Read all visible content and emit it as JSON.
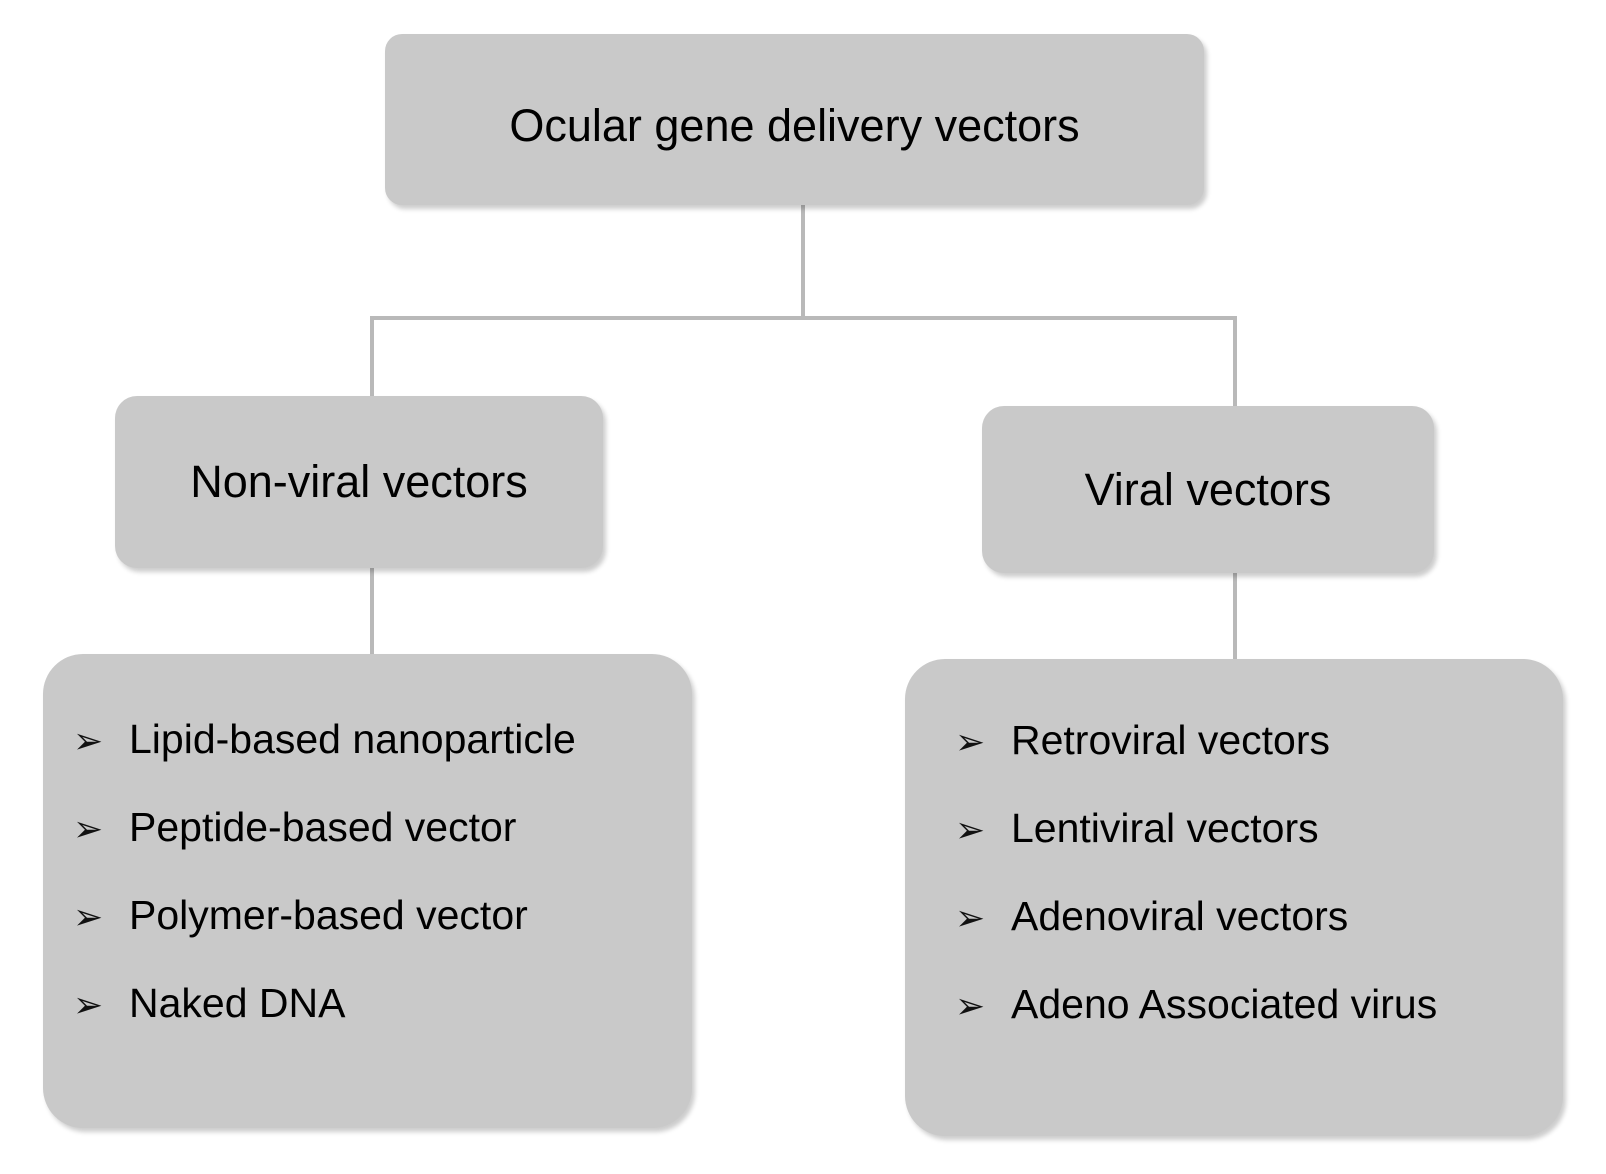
{
  "diagram": {
    "title": "Ocular gene delivery vectors",
    "colors": {
      "node_fill": "#c9c9c9",
      "connector": "#b9b9b9",
      "text": "#000000",
      "background": "#ffffff"
    },
    "root": {
      "label": "Ocular gene delivery vectors"
    },
    "branches": [
      {
        "label": "Non-viral vectors",
        "bullet_glyph": "➢",
        "items": [
          "Lipid-based nanoparticle",
          "Peptide-based vector",
          "Polymer-based vector",
          "Naked DNA"
        ]
      },
      {
        "label": "Viral vectors",
        "bullet_glyph": "➢",
        "items": [
          "Retroviral vectors",
          "Lentiviral vectors",
          "Adenoviral vectors",
          "Adeno Associated virus"
        ]
      }
    ]
  }
}
